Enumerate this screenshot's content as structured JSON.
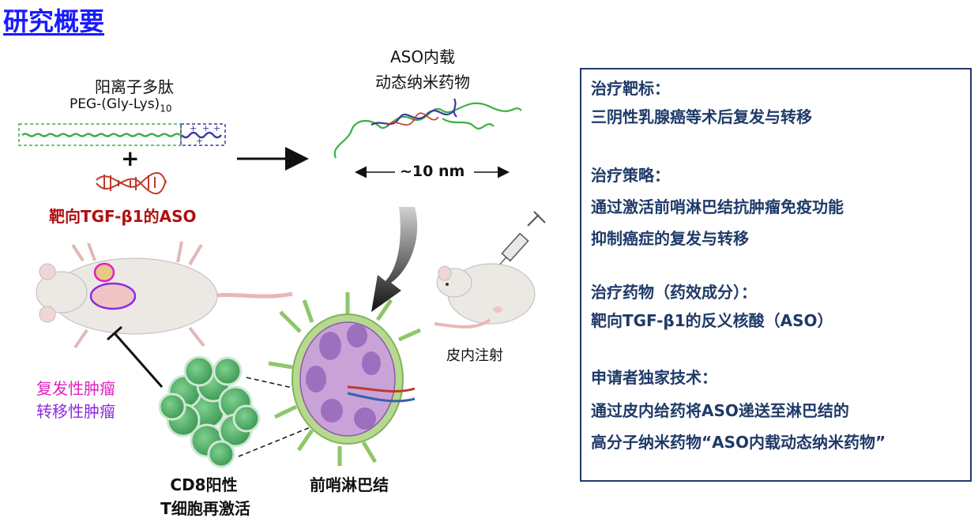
{
  "title": "研究概要",
  "peptide": {
    "name": "阳离子多肽",
    "formula": "PEG-(Gly-Lys)",
    "subscript": "10"
  },
  "plus_sign": "+",
  "aso_label": "靶向TGF-β1的ASO",
  "nano": {
    "line1": "ASO内载",
    "line2": "动态纳米药物",
    "size": "~10 nm"
  },
  "injection_label": "皮内注射",
  "tumor": {
    "recurrent": "复发性肿瘤",
    "metastatic": "转移性肿瘤"
  },
  "tcell": {
    "line1": "CD8阳性",
    "line2": "T细胞再激活"
  },
  "lymph_node_label": "前哨淋巴结",
  "info": {
    "target_heading": "治疗靶标：",
    "target_text": "三阴性乳腺癌等术后复发与转移",
    "strategy_heading": "治疗策略：",
    "strategy_text1": "通过激活前哨淋巴结抗肿瘤免疫功能",
    "strategy_text2": "抑制癌症的复发与转移",
    "drug_heading": "治疗药物（药效成分）：",
    "drug_text": "靶向TGF-β1的反义核酸（ASO）",
    "tech_heading": "申请者独家技术：",
    "tech_text1": "通过皮内给药将ASO递送至淋巴结的",
    "tech_text2": "高分子纳米药物“ASO内载动态纳米药物”"
  },
  "colors": {
    "title": "#1a1aff",
    "box": "#1f3a68",
    "peg": "#3cb043",
    "lys": "#3a3aa0",
    "aso": "#c0392b",
    "tumor_recurrent": "#e020c0",
    "tumor_metastatic": "#8a2be2"
  }
}
